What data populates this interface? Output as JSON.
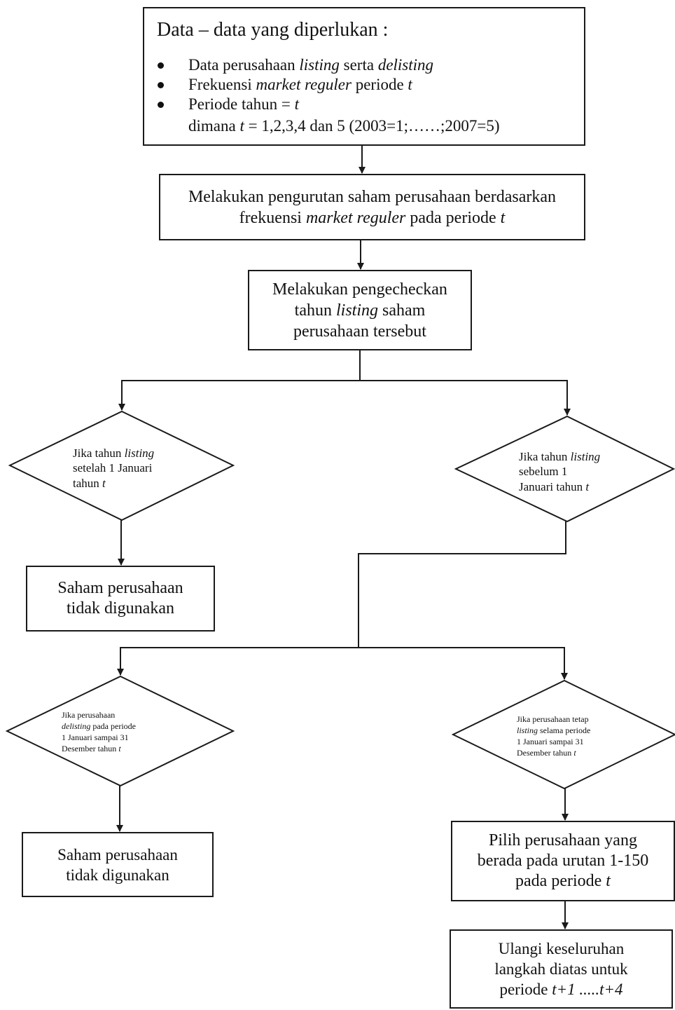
{
  "data_box": {
    "title": "Data – data yang diperlukan :",
    "bullets": [
      {
        "pre": "Data perusahaan ",
        "it1": "listing",
        "mid": " serta ",
        "it2": "delisting",
        "post": ""
      },
      {
        "pre": "Frekuensi ",
        "it1": "market reguler",
        "mid": " periode ",
        "it2": "t",
        "post": ""
      },
      {
        "pre": "Periode tahun = ",
        "it1": "t",
        "mid": "",
        "it2": "",
        "post": ""
      }
    ],
    "note_pre": "dimana ",
    "note_var": "t",
    "note_post": " = 1,2,3,4 dan 5 (2003=1;……;2007=5)"
  },
  "sort_box": {
    "line1": "Melakukan pengurutan saham perusahaan berdasarkan",
    "line2_pre": "frekuensi ",
    "line2_it": "market reguler",
    "line2_mid": " pada periode ",
    "line2_var": "t"
  },
  "check_box": {
    "line1": "Melakukan pengecheckan",
    "line2_pre": "tahun ",
    "line2_it": "listing",
    "line2_post": " saham",
    "line3": "perusahaan tersebut"
  },
  "dec_after": {
    "l1_pre": "Jika tahun ",
    "l1_it": "listing",
    "l2": "setelah 1 Januari",
    "l3_pre": "tahun ",
    "l3_var": "t"
  },
  "dec_before": {
    "l1_pre": "Jika tahun ",
    "l1_it": "listing",
    "l2": "sebelum 1",
    "l3_pre": "Januari tahun ",
    "l3_var": "t"
  },
  "unused_1": {
    "line1": "Saham perusahaan",
    "line2": "tidak digunakan"
  },
  "dec_delist": {
    "l1": "Jika perusahaan",
    "l2_it": "delisting",
    "l2_post": " pada periode",
    "l3": "1 Januari sampai 31",
    "l4_pre": "Desember tahun ",
    "l4_var": "t"
  },
  "dec_listed": {
    "l1": "Jika perusahaan tetap",
    "l2_it": "listing",
    "l2_post": " selama periode",
    "l3": "1 Januari sampai 31",
    "l4_pre": "Desember tahun ",
    "l4_var": "t"
  },
  "unused_2": {
    "line1": "Saham perusahaan",
    "line2": "tidak digunakan"
  },
  "select_box": {
    "line1": "Pilih perusahaan yang",
    "line2": "berada pada urutan 1-150",
    "line3_pre": "pada periode ",
    "line3_var": "t"
  },
  "repeat_box": {
    "line1": "Ulangi keseluruhan",
    "line2": "langkah diatas untuk",
    "line3_pre": "periode ",
    "line3_var": "t+1 .....t+4"
  }
}
